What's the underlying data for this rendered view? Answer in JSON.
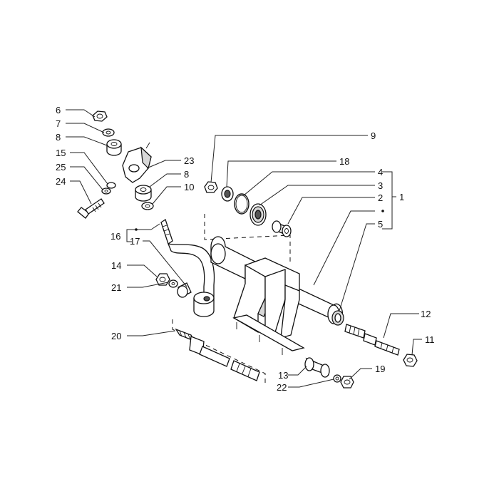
{
  "callouts": {
    "c1": "1",
    "c2": "2",
    "c3": "3",
    "c4": "4",
    "c5": "5",
    "c6": "6",
    "c7": "7",
    "c8a": "8",
    "c8b": "8",
    "c9": "9",
    "c10": "10",
    "c11": "11",
    "c12": "12",
    "c13": "13",
    "c14": "14",
    "c15": "15",
    "c16": "16",
    "c17": "17",
    "c18": "18",
    "c19": "19",
    "c20": "20",
    "c21": "21",
    "c22": "22",
    "c23": "23",
    "c24": "24",
    "c25": "25"
  }
}
